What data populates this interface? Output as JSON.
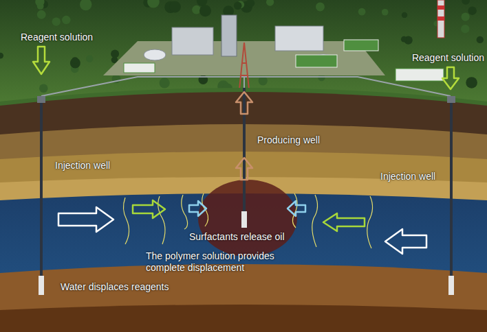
{
  "diagram": {
    "labels": [
      "Reagent solution",
      "Reagent solution",
      "Producing well",
      "Injection well",
      "Injection well",
      "Surfactants release oil",
      "The polymer solution provides complete displacement",
      "Water displaces reagents"
    ]
  }
}
